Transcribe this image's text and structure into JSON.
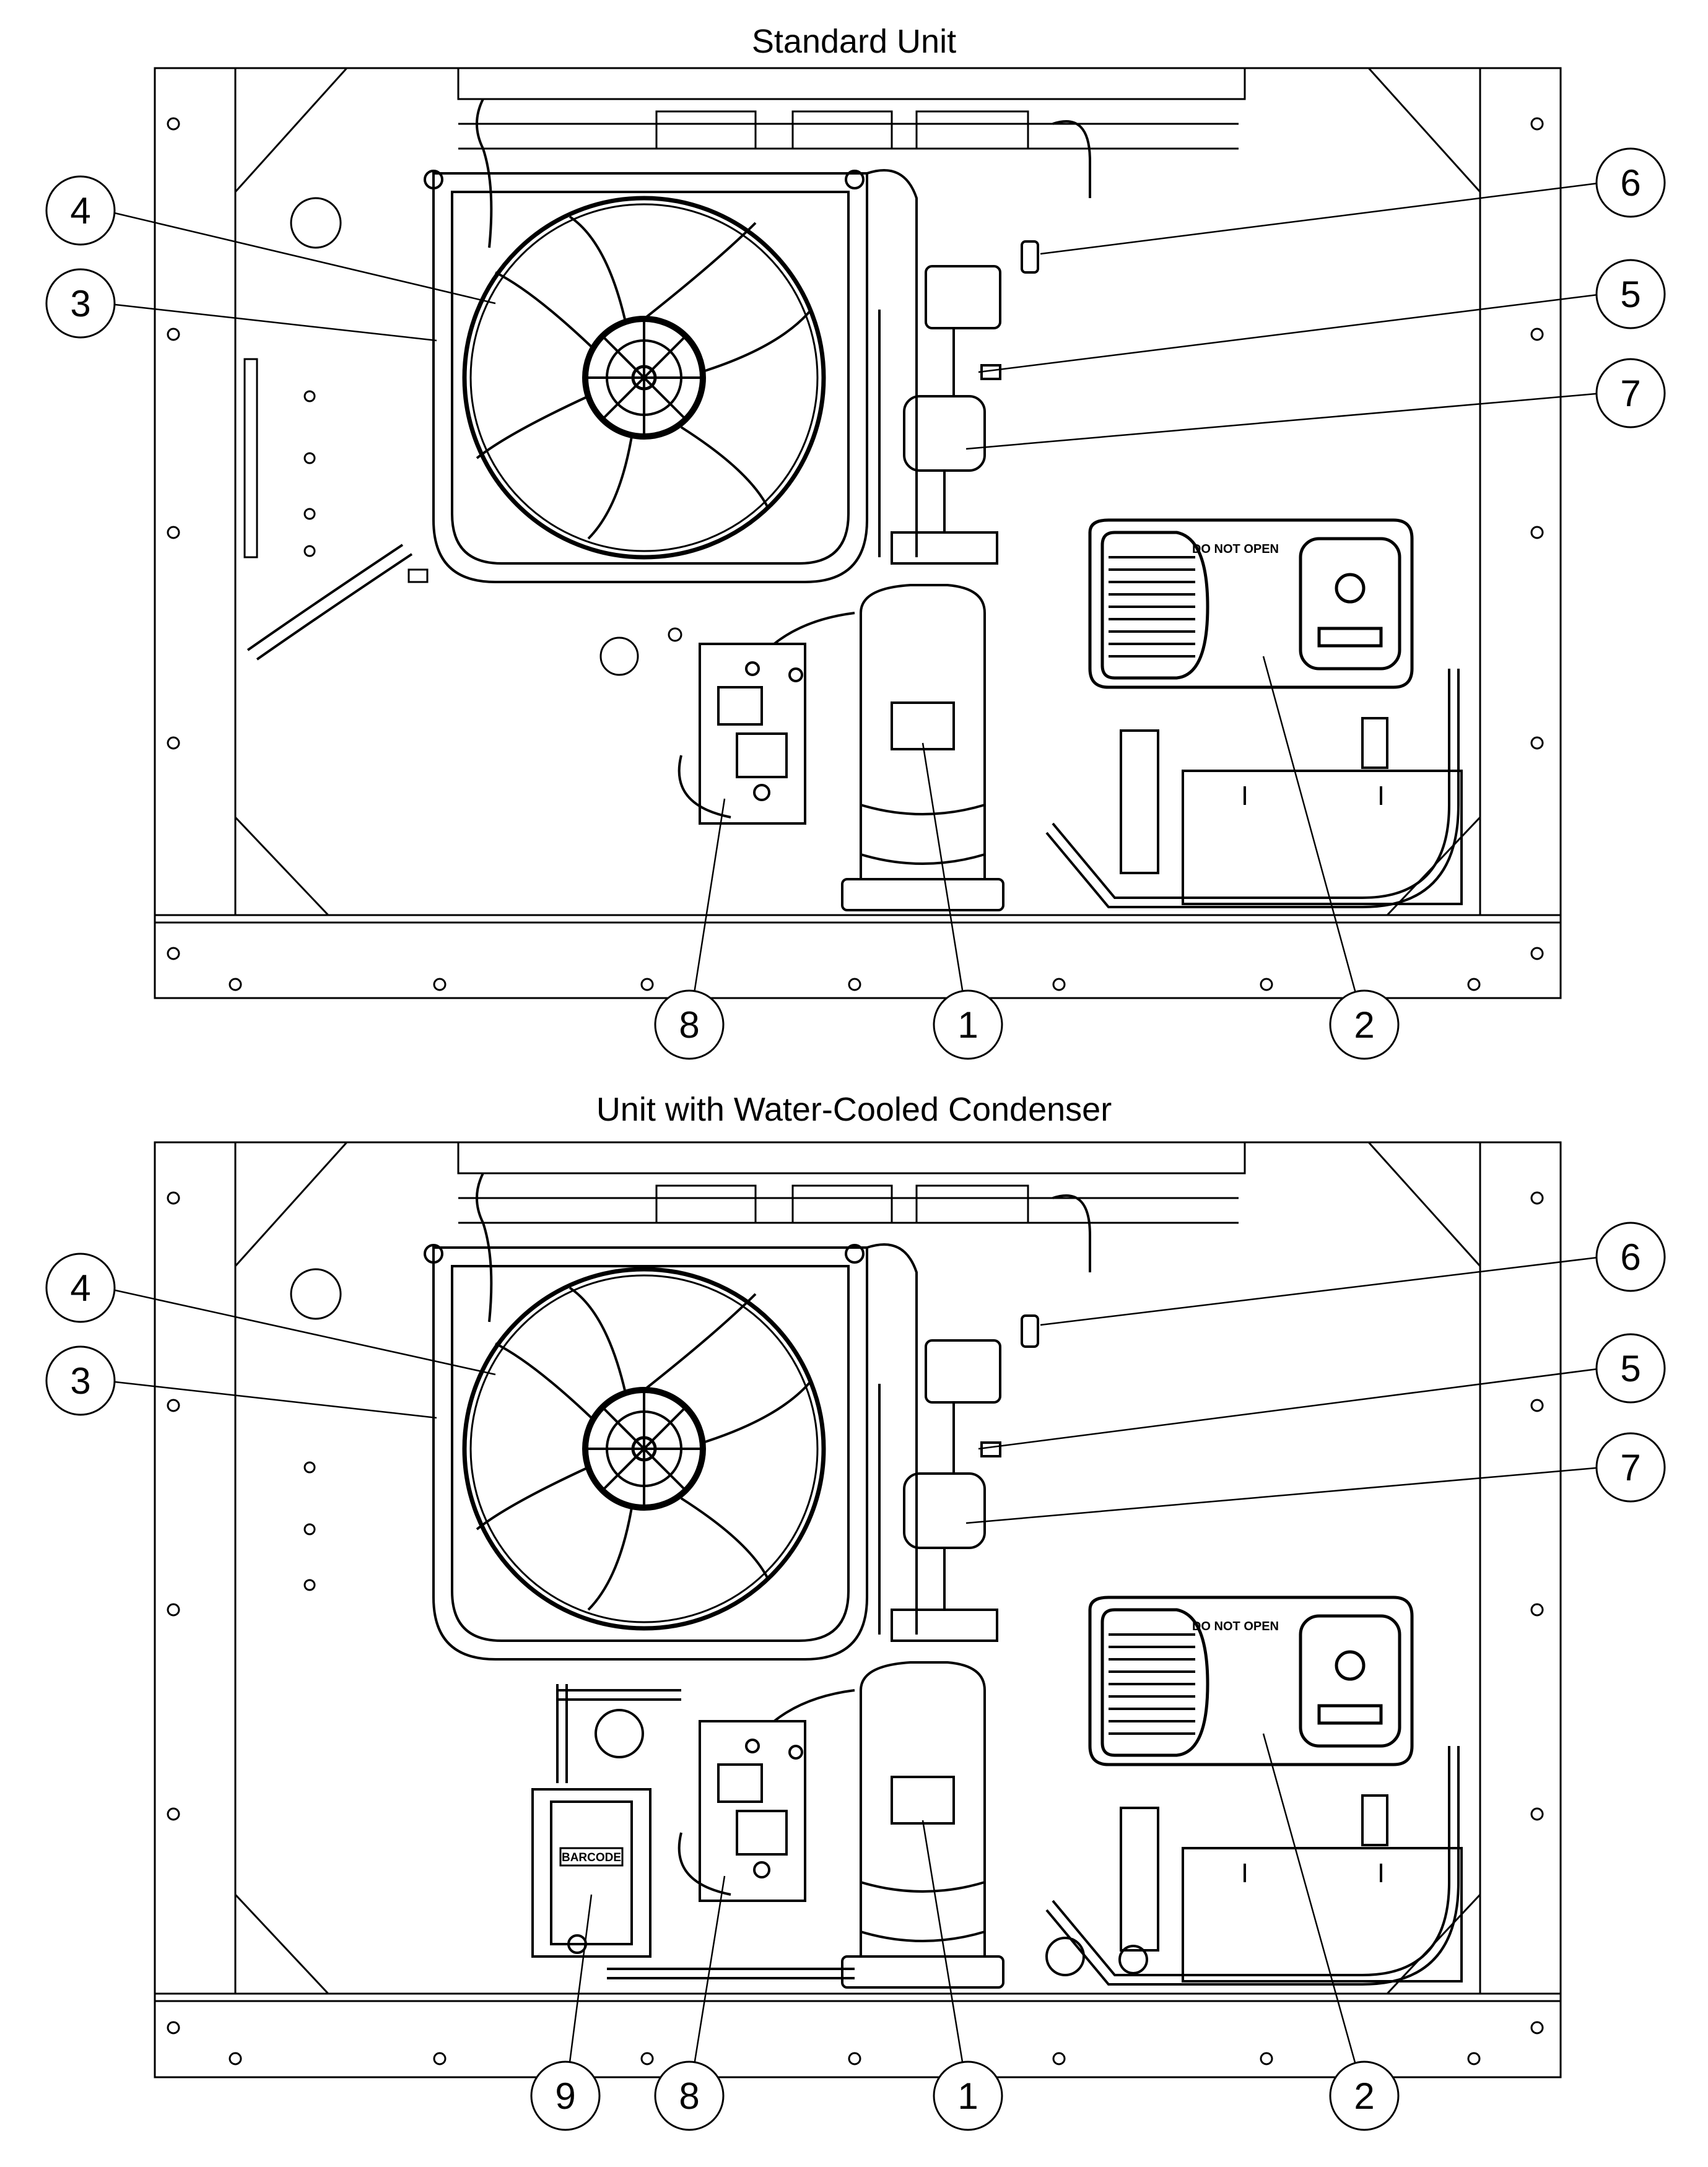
{
  "diagrams": [
    {
      "title": "Standard Unit",
      "callouts": [
        "1",
        "2",
        "3",
        "4",
        "5",
        "6",
        "7",
        "8"
      ],
      "labels": {
        "panel_warning": "DO NOT OPEN"
      }
    },
    {
      "title": "Unit with Water-Cooled Condenser",
      "callouts": [
        "1",
        "2",
        "3",
        "4",
        "5",
        "6",
        "7",
        "8",
        "9"
      ],
      "labels": {
        "panel_warning": "DO NOT OPEN",
        "barcode": "BARCODE"
      }
    }
  ]
}
